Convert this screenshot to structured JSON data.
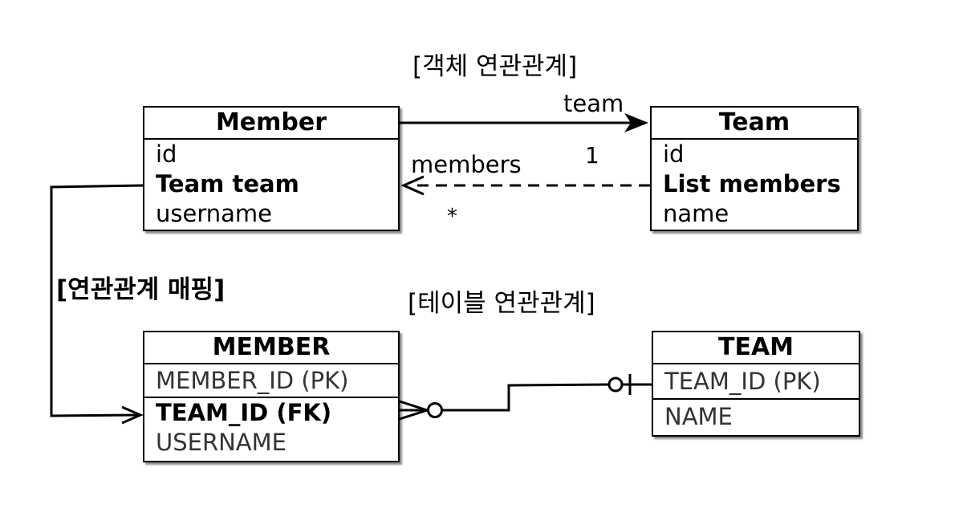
{
  "object_relation_title": "[객체 연관관계]",
  "table_relation_title": "[테이블 연관관계]",
  "mapping_label": "[연관관계 매핑]",
  "member_class": {
    "title": "Member",
    "fields": [
      "id",
      "Team team",
      "username"
    ]
  },
  "team_class": {
    "title": "Team",
    "fields": [
      "id",
      "List members",
      "name"
    ]
  },
  "member_table": {
    "title": "MEMBER",
    "fields": [
      "MEMBER_ID (PK)",
      "TEAM_ID (FK)",
      "USERNAME"
    ]
  },
  "team_table": {
    "title": "TEAM",
    "fields": [
      "TEAM_ID (PK)",
      "NAME"
    ]
  },
  "association_labels": {
    "team": "team",
    "members": "members",
    "team_multiplicity": "1",
    "members_multiplicity": "*"
  }
}
